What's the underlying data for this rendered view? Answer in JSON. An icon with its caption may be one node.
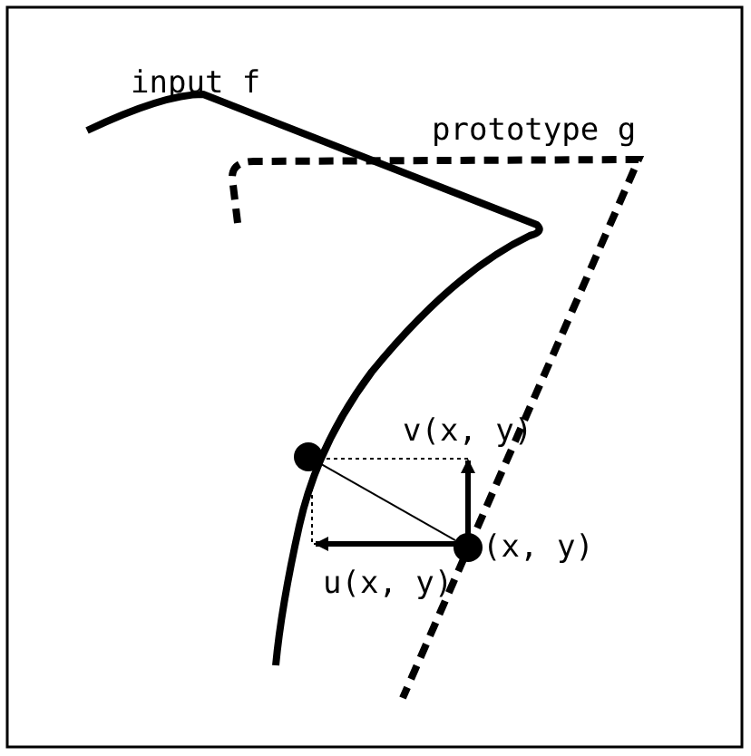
{
  "diagram": {
    "nodes": [
      {
        "text": [],
        "shape": "circle"
      },
      {
        "text": [],
        "shape": "circle",
        "beside": [
          "(x, y)"
        ]
      }
    ],
    "edges": [
      {
        "from": 0,
        "to": 1,
        "arrow": "none"
      }
    ],
    "labels": [
      "input f",
      "prototype g",
      "v(x, y)",
      "u(x, y)"
    ]
  }
}
